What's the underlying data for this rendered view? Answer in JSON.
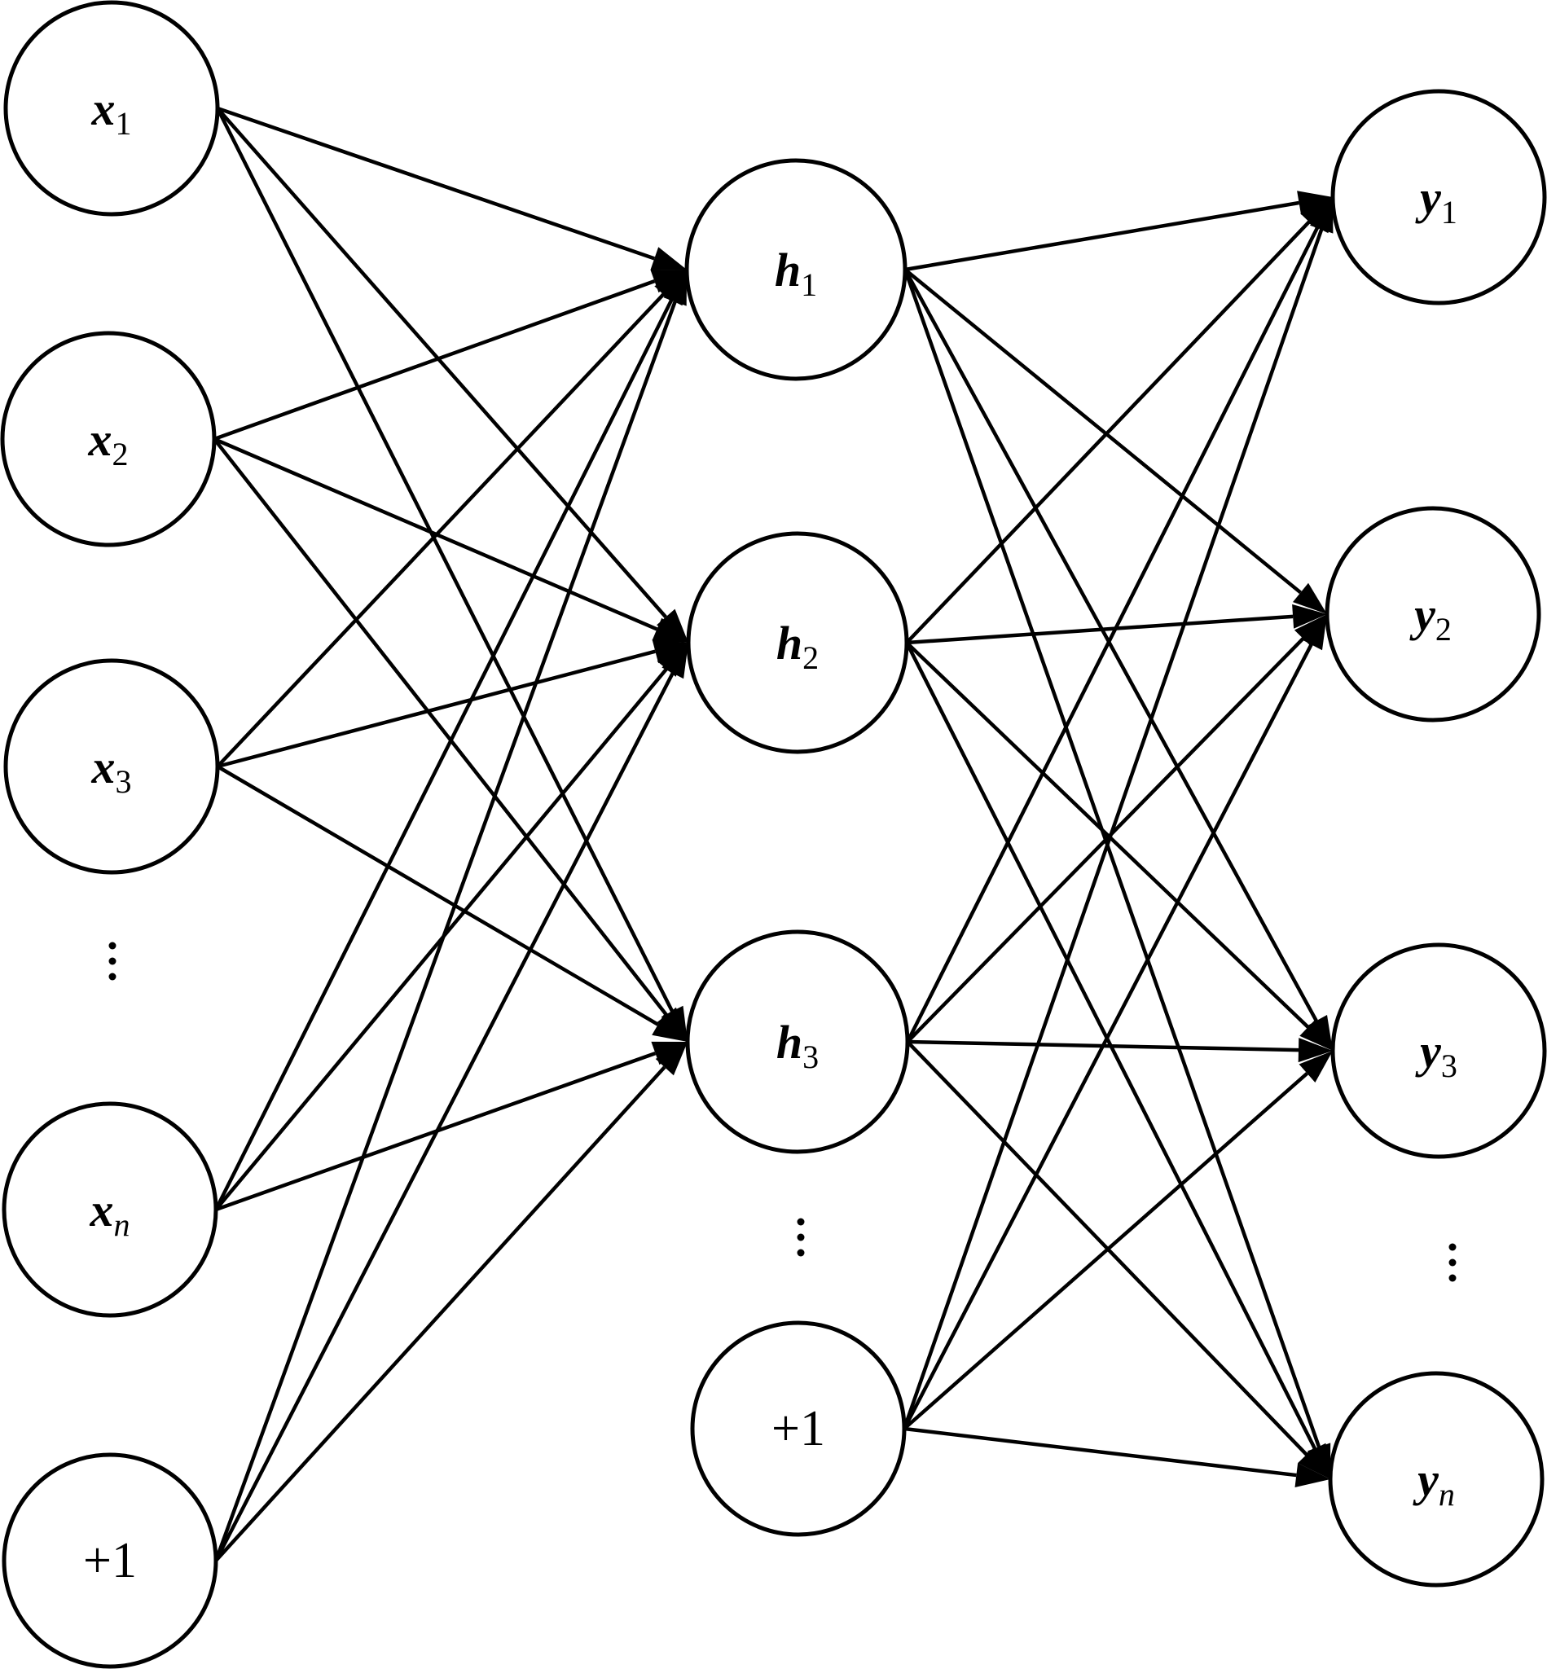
{
  "diagram": {
    "type": "neural-network",
    "description": "Fully connected three-layer feedforward network with bias units",
    "colors": {
      "stroke": "#000000",
      "fill": "#ffffff",
      "background": "#ffffff"
    },
    "layers": [
      {
        "id": "input",
        "nodes": [
          {
            "id": "x1",
            "var": "x",
            "sub": "1",
            "sub_italic": false
          },
          {
            "id": "x2",
            "var": "x",
            "sub": "2",
            "sub_italic": false
          },
          {
            "id": "x3",
            "var": "x",
            "sub": "3",
            "sub_italic": false
          },
          {
            "id": "xn",
            "var": "x",
            "sub": "n",
            "sub_italic": true
          },
          {
            "id": "bias_in",
            "text": "+1"
          }
        ],
        "ellipsis": "⋮"
      },
      {
        "id": "hidden",
        "nodes": [
          {
            "id": "h1",
            "var": "h",
            "sub": "1",
            "sub_italic": false
          },
          {
            "id": "h2",
            "var": "h",
            "sub": "2",
            "sub_italic": false
          },
          {
            "id": "h3",
            "var": "h",
            "sub": "3",
            "sub_italic": false
          },
          {
            "id": "bias_hid",
            "text": "+1"
          }
        ],
        "ellipsis": "⋮"
      },
      {
        "id": "output",
        "nodes": [
          {
            "id": "y1",
            "var": "y",
            "sub": "1",
            "sub_italic": false
          },
          {
            "id": "y2",
            "var": "y",
            "sub": "2",
            "sub_italic": false
          },
          {
            "id": "y3",
            "var": "y",
            "sub": "3",
            "sub_italic": false
          },
          {
            "id": "yn",
            "var": "y",
            "sub": "n",
            "sub_italic": true
          }
        ],
        "ellipsis": "⋮"
      }
    ],
    "edges": [
      [
        "x1",
        "h1"
      ],
      [
        "x1",
        "h2"
      ],
      [
        "x1",
        "h3"
      ],
      [
        "x2",
        "h1"
      ],
      [
        "x2",
        "h2"
      ],
      [
        "x2",
        "h3"
      ],
      [
        "x3",
        "h1"
      ],
      [
        "x3",
        "h2"
      ],
      [
        "x3",
        "h3"
      ],
      [
        "xn",
        "h1"
      ],
      [
        "xn",
        "h2"
      ],
      [
        "xn",
        "h3"
      ],
      [
        "bias_in",
        "h1"
      ],
      [
        "bias_in",
        "h2"
      ],
      [
        "bias_in",
        "h3"
      ],
      [
        "h1",
        "y1"
      ],
      [
        "h1",
        "y2"
      ],
      [
        "h1",
        "y3"
      ],
      [
        "h1",
        "yn"
      ],
      [
        "h2",
        "y1"
      ],
      [
        "h2",
        "y2"
      ],
      [
        "h2",
        "y3"
      ],
      [
        "h2",
        "yn"
      ],
      [
        "h3",
        "y1"
      ],
      [
        "h3",
        "y2"
      ],
      [
        "h3",
        "y3"
      ],
      [
        "h3",
        "yn"
      ],
      [
        "bias_hid",
        "y1"
      ],
      [
        "bias_hid",
        "y2"
      ],
      [
        "bias_hid",
        "y3"
      ],
      [
        "bias_hid",
        "yn"
      ]
    ]
  }
}
